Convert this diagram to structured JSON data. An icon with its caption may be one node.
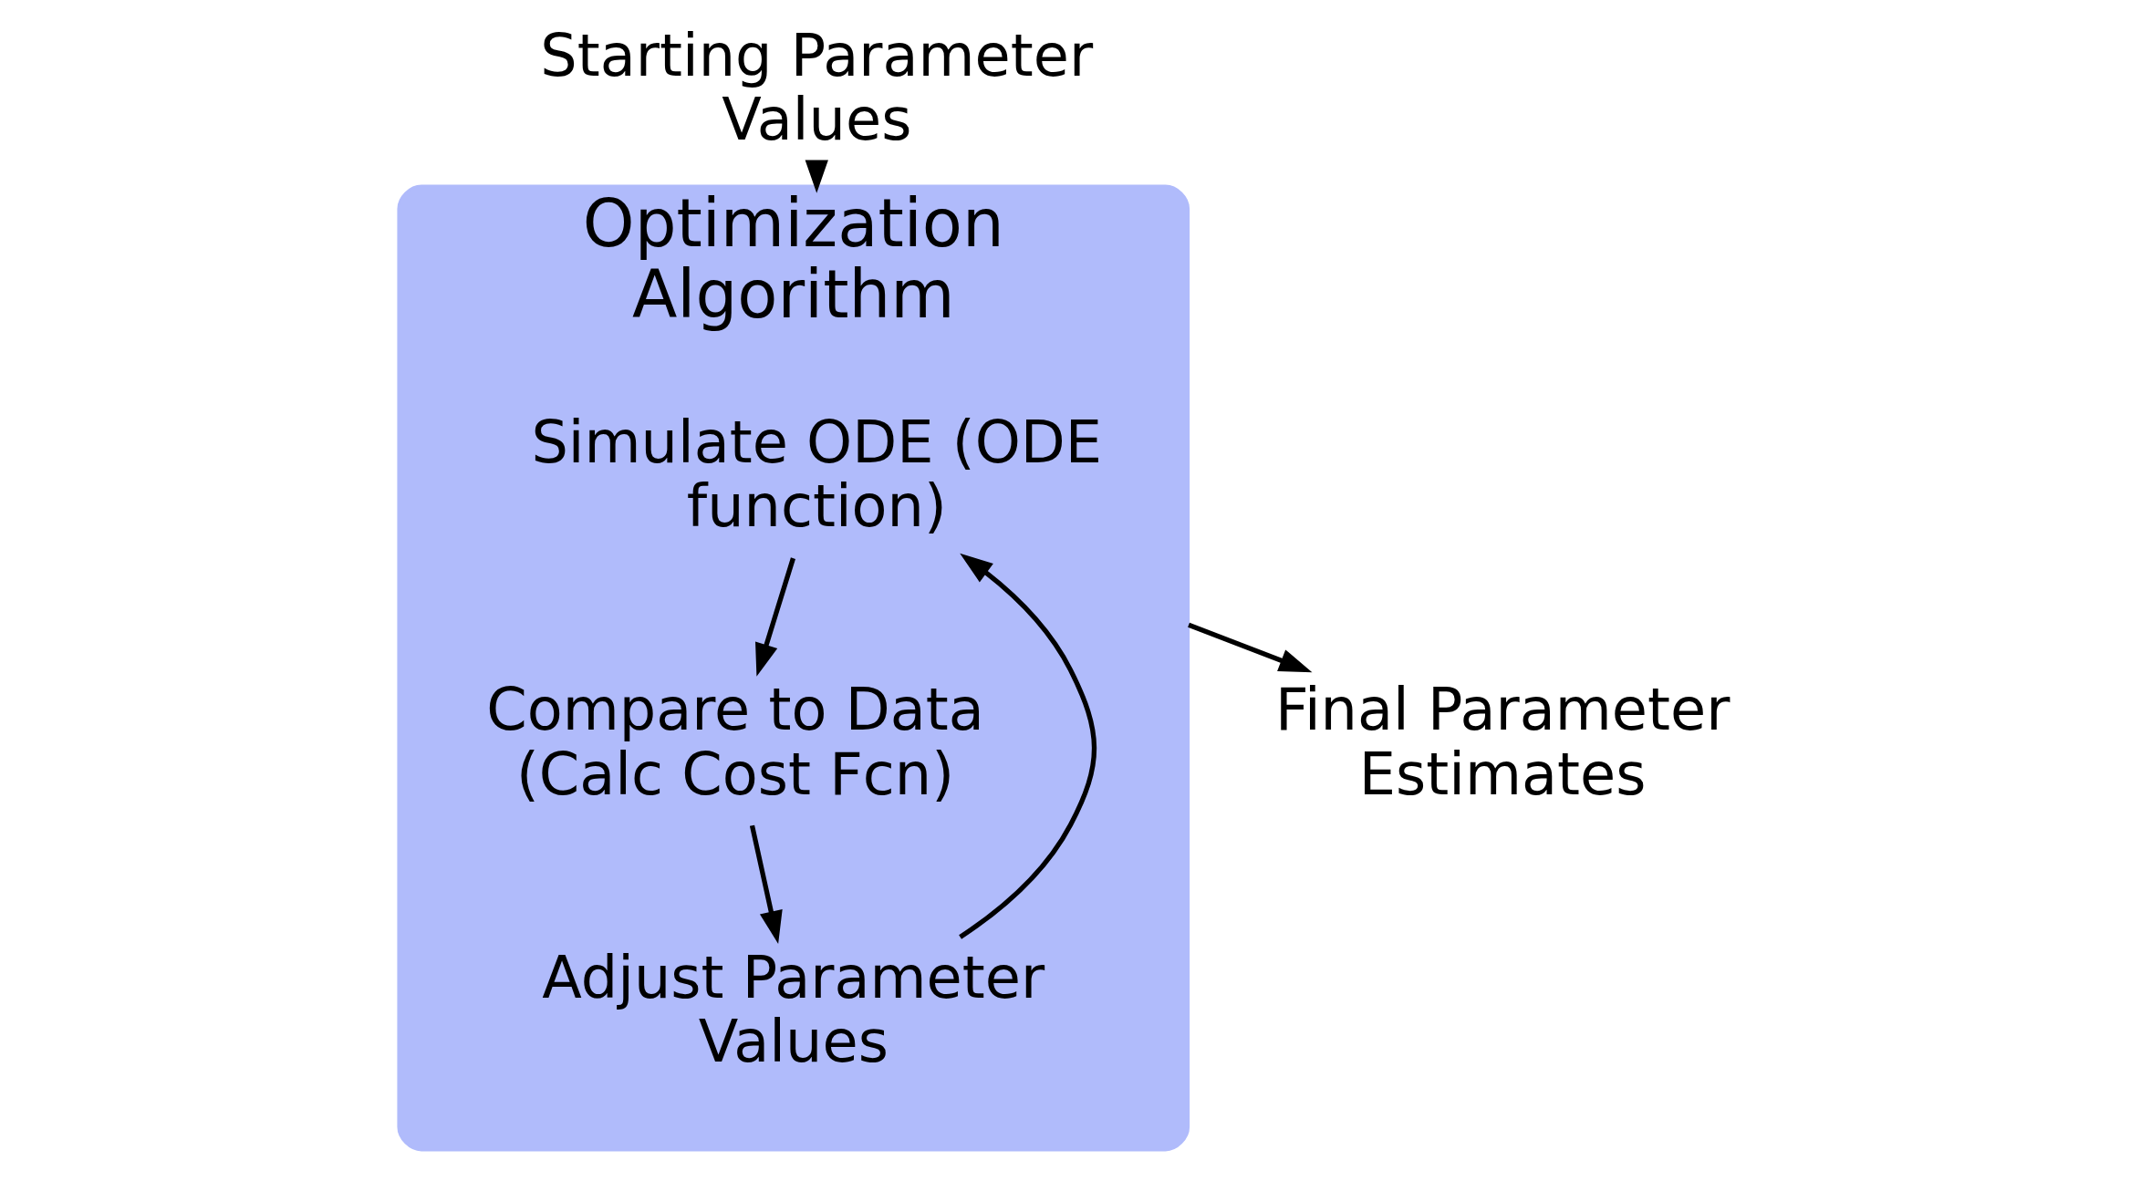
{
  "diagram": {
    "nodes": [
      {
        "text": [
          "Starting Parameter Values"
        ]
      },
      {
        "text": [
          "Optimization Algorithm"
        ]
      },
      {
        "text": [
          "Final Parameter Estimates"
        ]
      },
      {
        "text": [
          "Simulate ODE (ODE function)"
        ],
        "in": 1
      },
      {
        "text": [
          "Compare to Data (Calc Cost Fcn)"
        ],
        "in": 1
      },
      {
        "text": [
          "Adjust Parameter Values"
        ],
        "in": 1
      }
    ],
    "edges": [
      {
        "from": 0,
        "to": 1,
        "arrow": "to"
      },
      {
        "from": 1,
        "to": 2,
        "arrow": "to"
      },
      {
        "from": 3,
        "to": 4,
        "arrow": "to"
      },
      {
        "from": 4,
        "to": 5,
        "arrow": "to"
      },
      {
        "from": 5,
        "to": 3,
        "arrow": "to"
      }
    ]
  }
}
